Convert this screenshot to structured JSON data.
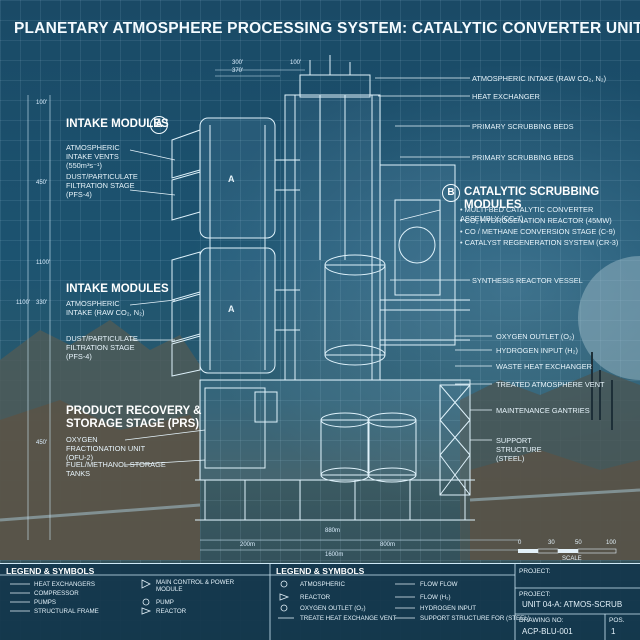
{
  "title": "PLANETARY ATMOSPHERE PROCESSING SYSTEM: CATALYTIC CONVERTER UNIT (MARK VII).",
  "sections": {
    "intake_top": {
      "title": "INTAKE MODULES",
      "badge": "A",
      "labels": [
        "ATMOSPHERIC INTAKE VENTS (550m³s⁻¹)",
        "DUST/PARTICULATE FILTRATION STAGE (PFS-4)"
      ]
    },
    "intake_mid": {
      "title": "INTAKE MODULES",
      "labels": [
        "ATMOSPHERIC INTAKE (RAW CO₂, N₂)",
        "DUST/PARTICULATE FILTRATION STAGE (PFS-4)"
      ]
    },
    "product": {
      "title": "PRODUCT RECOVERY & STORAGE STAGE (PRS)",
      "labels": [
        "OXYGEN FRACTIONATION UNIT (OFU-2)",
        "FUEL/METHANOL STORAGE TANKS"
      ]
    },
    "catalytic": {
      "title": "CATALYTIC SCRUBBING MODULES",
      "badge": "B",
      "items": [
        "• MULTI-BED CATALYTIC CONVERTER ASSEMBLY (CC-7)",
        "• CO₂ HYDROGENATION REACTOR (45MW)",
        "• CO / METHANE CONVERSION STAGE (C-9)",
        "• CATALYST REGENERATION SYSTEM (CR-3)"
      ]
    }
  },
  "right_labels": [
    "ATMOSPHERIC INTAKE (RAW CO₂, N₂)",
    "HEAT EXCHANGER",
    "PRIMARY SCRUBBING BEDS",
    "PRIMARY SCRUBBING BEDS",
    "SYNTHESIS REACTOR VESSEL",
    "OXYGEN OUTLET (O₂)",
    "HYDROGEN INPUT (H₂)",
    "WASTE HEAT EXCHANGER",
    "TREATED ATMOSPHERE VENT",
    "MAINTENANCE GANTRIES",
    "SUPPORT STRUCTURE (STEEL)"
  ],
  "module_marks": [
    "A",
    "A"
  ],
  "dimensions": {
    "top1": "300'",
    "top2": "370'",
    "top3": "100'",
    "left": [
      "100'",
      "450'",
      "330'",
      "1100'",
      "1100'",
      "450'"
    ],
    "bottom": [
      "200m",
      "800m",
      "1600m",
      "880m"
    ]
  },
  "scale": {
    "ticks": [
      "0",
      "30",
      "50",
      "100"
    ],
    "label": "SCALE"
  },
  "legend1": {
    "title": "LEGEND & SYMBOLS",
    "items": [
      "HEAT EXCHANGERS",
      "COMPRESSOR",
      "PUMPS",
      "STRUCTURAL FRAME",
      "MAIN CONTROL & POWER MODULE",
      "PUMP",
      "REACTOR"
    ]
  },
  "legend2": {
    "title": "LEGEND & SYMBOLS",
    "items": [
      "ATMOSPHERIC",
      "REACTOR",
      "OXYGEN OUTLET (O₂)",
      "TREATE HEAT EXCHANGE  VENT",
      "FLOW FLOW",
      "FLOW (H₂)",
      "HYDROGEN INPUT",
      "SUPPORT STRUCTURE FOR (STEEL)"
    ]
  },
  "title_block": {
    "project_label": "PROJECT:",
    "project_value": "UNIT 04-A: ATMOS-SCRUB",
    "drawing_label": "DRAWING NO:",
    "drawing_value": "ACP-BLU-001",
    "pos_label": "POS.",
    "pos_value": "1"
  }
}
